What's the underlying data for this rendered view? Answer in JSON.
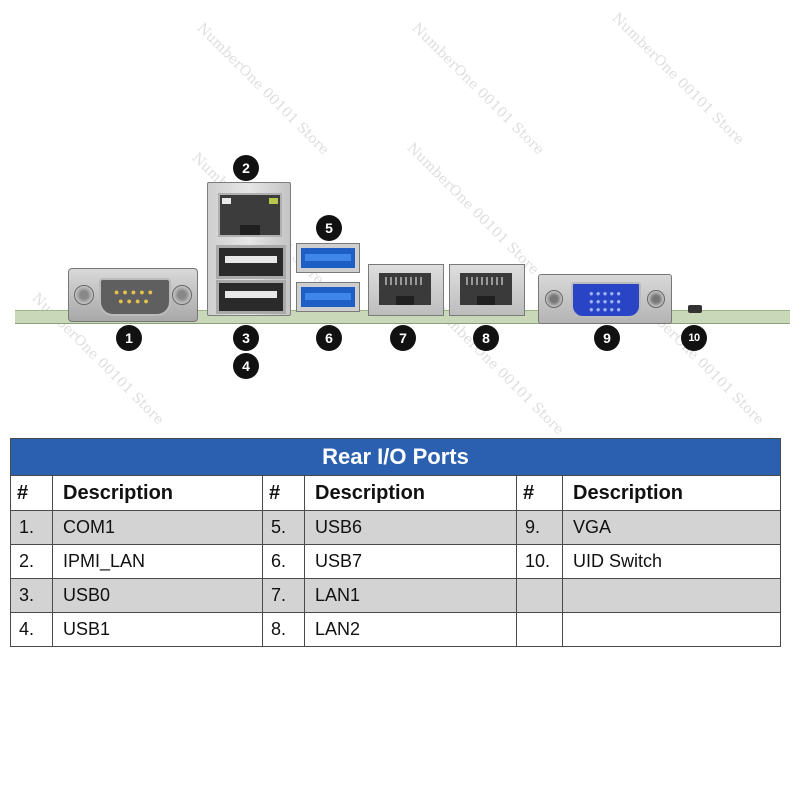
{
  "callouts": [
    "1",
    "2",
    "3",
    "4",
    "5",
    "6",
    "7",
    "8",
    "9",
    "10"
  ],
  "watermark": "NumberOne 00101 Store",
  "table": {
    "title": "Rear I/O Ports",
    "headers": [
      "#",
      "Description",
      "#",
      "Description",
      "#",
      "Description"
    ],
    "rows": [
      [
        "1.",
        "COM1",
        "5.",
        "USB6",
        "9.",
        "VGA"
      ],
      [
        "2.",
        "IPMI_LAN",
        "6.",
        "USB7",
        "10.",
        "UID Switch"
      ],
      [
        "3.",
        "USB0",
        "7.",
        "LAN1",
        "",
        ""
      ],
      [
        "4.",
        "USB1",
        "8.",
        "LAN2",
        "",
        ""
      ]
    ]
  },
  "colors": {
    "title_bar": "#2b5fb0",
    "stripe": "#d3d3d3",
    "usb3": "#1d5fc4",
    "vga": "#2a44c6",
    "board": "#c9d8b8"
  }
}
